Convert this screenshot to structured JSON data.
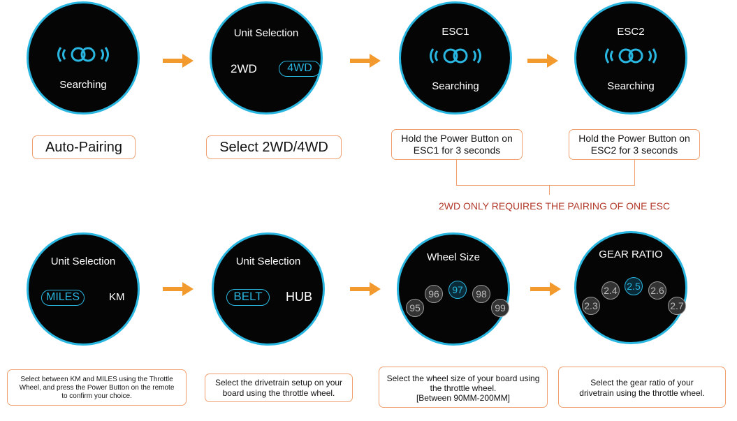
{
  "row1": {
    "auto_pairing": {
      "status": "Searching",
      "caption": "Auto-Pairing"
    },
    "select_drive": {
      "title": "Unit Selection",
      "option_a": "2WD",
      "option_b": "4WD",
      "caption": "Select 2WD/4WD"
    },
    "esc1": {
      "title": "ESC1",
      "status": "Searching",
      "caption_line1": "Hold the Power Button on",
      "caption_line2": "ESC1 for 3 seconds"
    },
    "esc2": {
      "title": "ESC2",
      "status": "Searching",
      "caption_line1": "Hold the Power Button on",
      "caption_line2": "ESC2 for 3 seconds"
    },
    "note": "2WD ONLY REQUIRES THE PAIRING OF ONE ESC"
  },
  "row2": {
    "units": {
      "title": "Unit Selection",
      "option_a": "MILES",
      "option_b": "KM",
      "caption_line1": "Select between KM and MILES using the Throttle",
      "caption_line2": "Wheel, and press the Power Button on the remote",
      "caption_line3": "to confirm your choice."
    },
    "drivetrain": {
      "title": "Unit Selection",
      "option_a": "BELT",
      "option_b": "HUB",
      "caption_line1": "Select the drivetrain setup on your",
      "caption_line2": "board using the throttle wheel."
    },
    "wheel": {
      "title": "Wheel Size",
      "values": [
        "95",
        "96",
        "97",
        "98",
        "99"
      ],
      "caption_line1": "Select the wheel size of your board using",
      "caption_line2": "the throttle wheel.",
      "caption_line3": "[Between 90MM-200MM]"
    },
    "gear": {
      "title": "GEAR RATIO",
      "values": [
        "2.3",
        "2.4",
        "2.5",
        "2.6",
        "2.7"
      ],
      "caption_line1": "Select the gear ratio of your",
      "caption_line2": "drivetrain using the throttle wheel."
    }
  },
  "colors": {
    "ring": "#29b6e0",
    "arrow": "#f39a2e",
    "label_border": "#f0a070",
    "note": "#b23a2a"
  }
}
